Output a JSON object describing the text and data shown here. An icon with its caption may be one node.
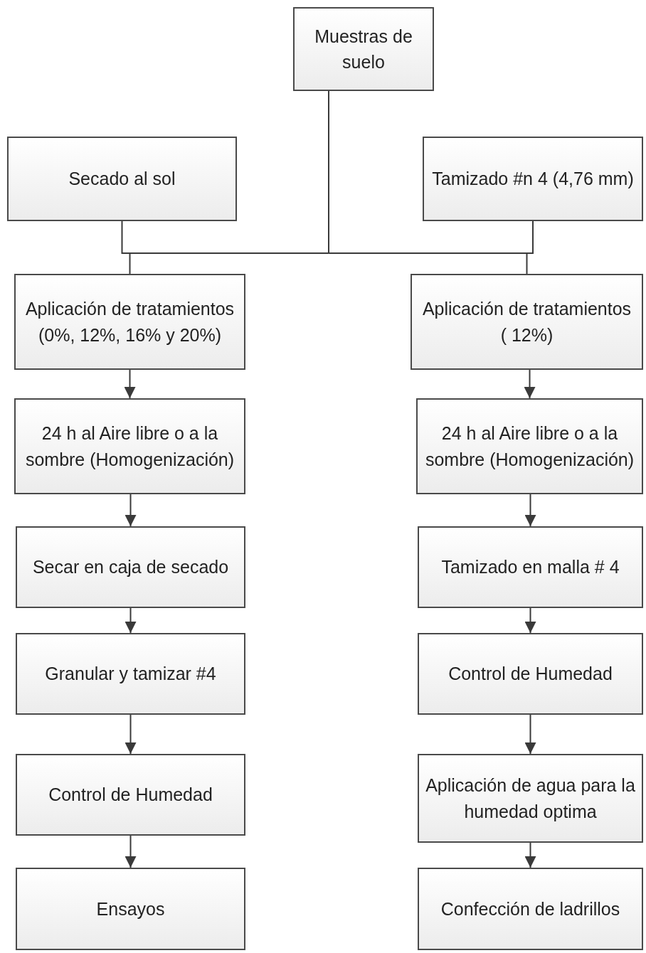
{
  "diagram": {
    "nodes": [
      {
        "text": [
          "Muestras de suelo"
        ]
      },
      {
        "text": [
          "Secado al sol"
        ]
      },
      {
        "text": [
          "Tamizado #n 4 (4,76 mm)"
        ]
      },
      {
        "text": [
          "Aplicación de tratamientos (0%, 12%, 16% y 20%)"
        ]
      },
      {
        "text": [
          "Aplicación de tratamientos ( 12%)"
        ]
      },
      {
        "text": [
          "24 h al Aire libre o a la sombre (Homogenización)"
        ]
      },
      {
        "text": [
          "Secar en caja de secado"
        ]
      },
      {
        "text": [
          "Granular y tamizar #4"
        ]
      },
      {
        "text": [
          "Control de Humedad"
        ]
      },
      {
        "text": [
          "Ensayos"
        ]
      },
      {
        "text": [
          "24 h al Aire libre o a la sombre (Homogenización)"
        ]
      },
      {
        "text": [
          "Tamizado en malla # 4"
        ]
      },
      {
        "text": [
          "Control de Humedad"
        ]
      },
      {
        "text": [
          "Aplicación de agua para la humedad optima"
        ]
      },
      {
        "text": [
          "Confección de ladrillos"
        ]
      }
    ],
    "edges": [
      {
        "from": 0,
        "to": 1,
        "arrow": "none"
      },
      {
        "from": 0,
        "to": 2,
        "arrow": "none"
      },
      {
        "from": 0,
        "to": 3,
        "arrow": "none"
      },
      {
        "from": 0,
        "to": 4,
        "arrow": "none"
      },
      {
        "from": 3,
        "to": 5,
        "arrow": "to"
      },
      {
        "from": 5,
        "to": 6,
        "arrow": "to"
      },
      {
        "from": 6,
        "to": 7,
        "arrow": "to"
      },
      {
        "from": 7,
        "to": 8,
        "arrow": "to"
      },
      {
        "from": 8,
        "to": 9,
        "arrow": "to"
      },
      {
        "from": 4,
        "to": 10,
        "arrow": "to"
      },
      {
        "from": 10,
        "to": 11,
        "arrow": "to"
      },
      {
        "from": 11,
        "to": 12,
        "arrow": "to"
      },
      {
        "from": 12,
        "to": 13,
        "arrow": "to"
      },
      {
        "from": 13,
        "to": 14,
        "arrow": "to"
      }
    ]
  }
}
